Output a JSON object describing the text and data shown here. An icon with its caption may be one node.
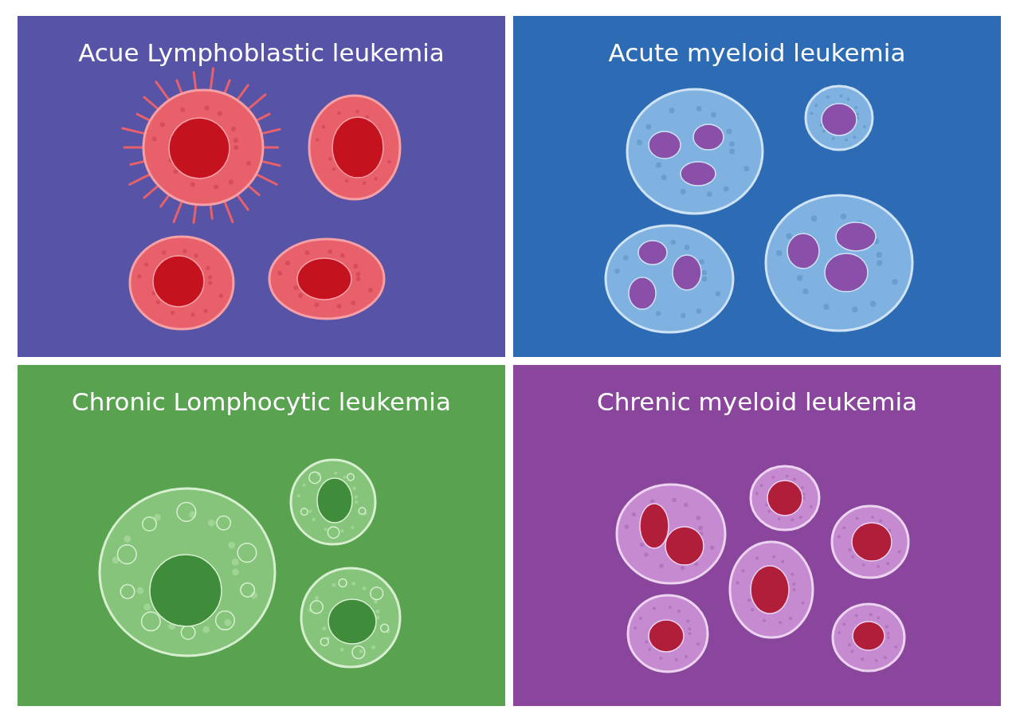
{
  "diagram": {
    "nodes": [
      {
        "text": [
          "Acue Lymphoblastic leukemia"
        ]
      },
      {
        "text": [
          "Acute myeloid leukemia"
        ]
      },
      {
        "text": [
          "Chronic Lomphocytic leukemia"
        ]
      },
      {
        "text": [
          "Chrenic myeloid leukemia"
        ]
      }
    ]
  }
}
